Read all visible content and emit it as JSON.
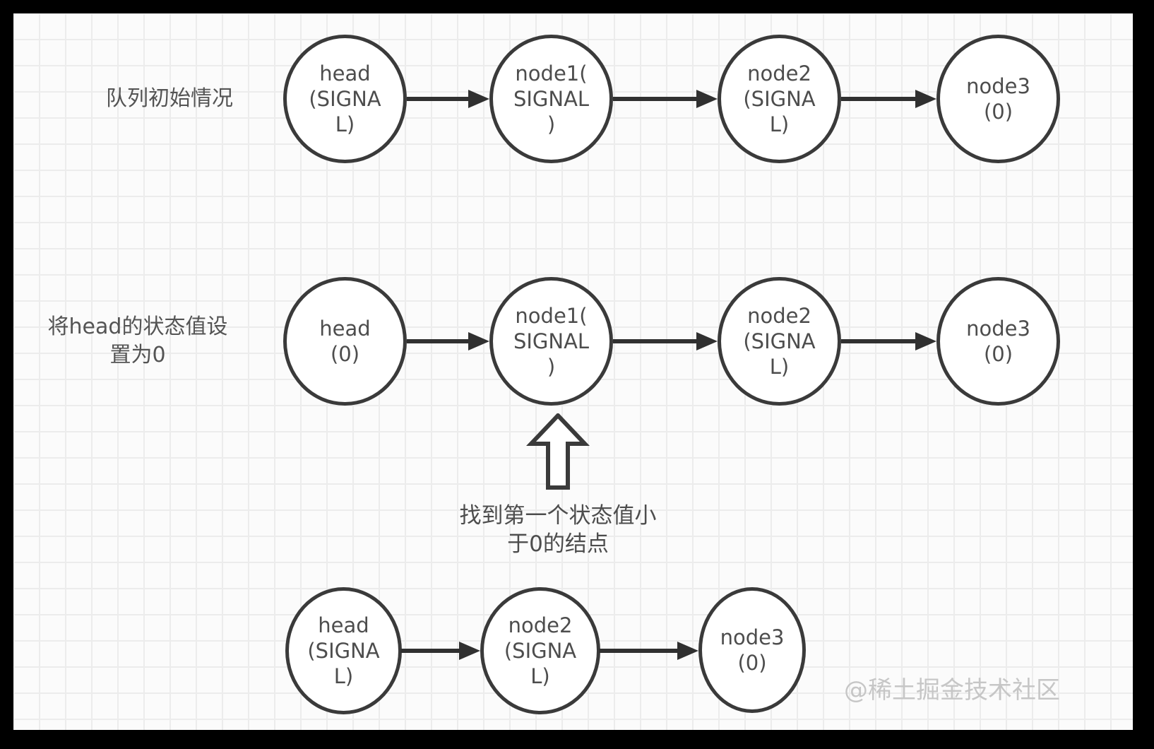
{
  "canvas": {
    "background": "#fbfbfb",
    "grid_color": "#ececec",
    "frame_color": "#000000",
    "node_border_color": "#3a3a3a",
    "node_fill_color": "#ffffff",
    "arrow_color": "#303030",
    "text_color": "#4d4d4d",
    "watermark_color": "#c6c6c6"
  },
  "rows": [
    {
      "label": "队列初始情况",
      "nodes": [
        {
          "label": "head\n(SIGNA\nL)"
        },
        {
          "label": "node1(\nSIGNAL\n)"
        },
        {
          "label": "node2\n(SIGNA\nL)"
        },
        {
          "label": "node3\n(0)"
        }
      ]
    },
    {
      "label": "将head的状态值设\n置为0",
      "annotation": "找到第一个状态值小\n于0的结点",
      "nodes": [
        {
          "label": "head\n(0)"
        },
        {
          "label": "node1(\nSIGNAL\n)"
        },
        {
          "label": "node2\n(SIGNA\nL)"
        },
        {
          "label": "node3\n(0)"
        }
      ]
    },
    {
      "nodes": [
        {
          "label": "head\n(SIGNA\nL)"
        },
        {
          "label": "node2\n(SIGNA\nL)"
        },
        {
          "label": "node3\n(0)"
        }
      ]
    }
  ],
  "watermark": "@稀土掘金技术社区"
}
